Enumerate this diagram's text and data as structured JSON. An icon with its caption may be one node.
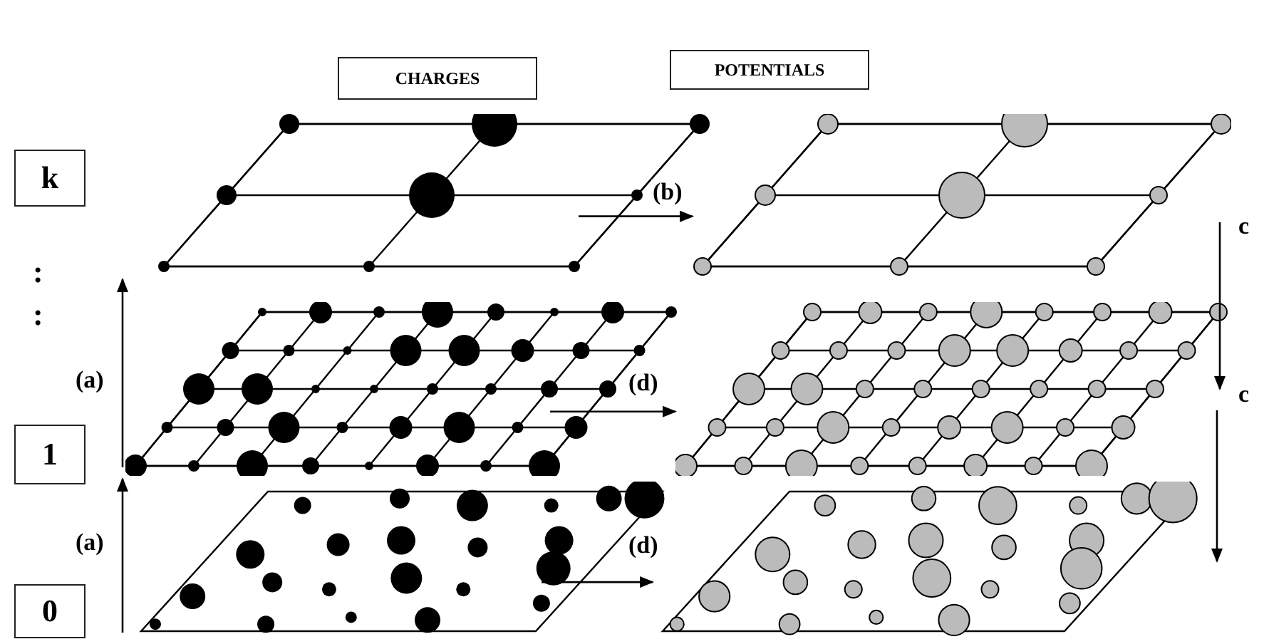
{
  "diagram": {
    "nodes": [
      {
        "text": [
          "CHARGES"
        ]
      },
      {
        "text": [
          "POTENTIALS"
        ]
      },
      {
        "text": [
          "k"
        ]
      },
      {
        "text": [],
        "shape": "picture"
      },
      {
        "text": [],
        "shape": "picture"
      },
      {
        "text": [
          "1"
        ]
      },
      {
        "text": [],
        "shape": "picture"
      },
      {
        "text": [],
        "shape": "picture"
      },
      {
        "text": [
          "0"
        ]
      },
      {
        "text": [],
        "shape": "picture"
      },
      {
        "text": [],
        "shape": "picture"
      }
    ],
    "edges": [
      {
        "from": 9,
        "to": 6,
        "arrow": "to",
        "label": "(a)"
      },
      {
        "from": 6,
        "to": 3,
        "arrow": "to",
        "label": "(a)"
      },
      {
        "from": 3,
        "to": 4,
        "arrow": "to",
        "label": "(b)"
      },
      {
        "from": 6,
        "to": 7,
        "arrow": "to",
        "label": "(d)"
      },
      {
        "from": 9,
        "to": 10,
        "arrow": "to",
        "label": "(d)"
      },
      {
        "from": 4,
        "to": 7,
        "arrow": "to",
        "label": "c"
      },
      {
        "from": 7,
        "to": 10,
        "arrow": "to",
        "label": "c"
      }
    ],
    "labels": [
      ":",
      ":"
    ]
  }
}
